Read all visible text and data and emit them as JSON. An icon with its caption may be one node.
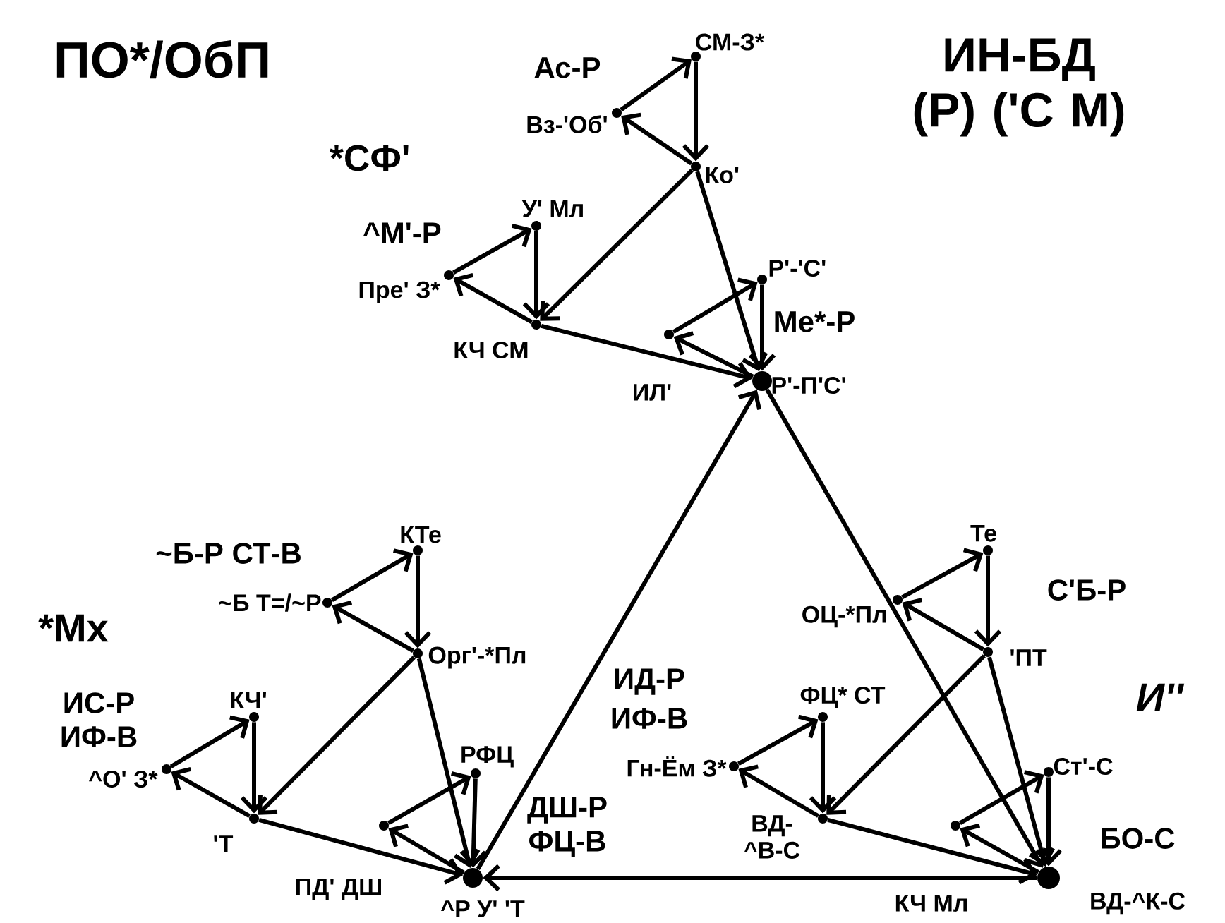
{
  "diagram": {
    "title": "ПО*/ОбП",
    "nodes": [
      {
        "text": [
          "СМ-З*"
        ]
      },
      {
        "text": [
          "Вз-'Об'"
        ]
      },
      {
        "text": [
          "Ко'"
        ]
      },
      {
        "text": [
          "У' Мл"
        ]
      },
      {
        "text": [
          "Пре' З*"
        ]
      },
      {
        "text": [
          "КЧ СМ"
        ]
      },
      {
        "text": [
          "Р'-'С'"
        ]
      },
      {
        "text": [
          "ИЛ'"
        ]
      },
      {
        "text": [
          "Р'-П'С'"
        ]
      },
      {
        "text": [
          "КТе"
        ]
      },
      {
        "text": [
          "~Б Т=/~Р"
        ]
      },
      {
        "text": [
          "Орг'-*Пл"
        ]
      },
      {
        "text": [
          "КЧ'"
        ]
      },
      {
        "text": [
          "^О' З*"
        ]
      },
      {
        "text": [
          "'Т"
        ]
      },
      {
        "text": [
          "РФЦ"
        ]
      },
      {
        "text": [
          "ПД' ДШ"
        ]
      },
      {
        "text": [
          "^Р У' 'Т"
        ]
      },
      {
        "text": [
          "Те"
        ]
      },
      {
        "text": [
          "ОЦ-*Пл"
        ]
      },
      {
        "text": [
          "'ПТ"
        ]
      },
      {
        "text": [
          "ФЦ* СТ"
        ]
      },
      {
        "text": [
          "Гн-Ём З*"
        ]
      },
      {
        "text": [
          "ВД- ^В-С"
        ]
      },
      {
        "text": [
          "Ст'-С"
        ]
      },
      {
        "text": [
          "КЧ Мл"
        ]
      },
      {
        "text": [
          "ВД-^К-С"
        ]
      }
    ],
    "edges": [
      {
        "from": 2,
        "to": 1,
        "arrow": "to"
      },
      {
        "from": 1,
        "to": 0,
        "arrow": "to"
      },
      {
        "from": 0,
        "to": 2,
        "arrow": "to"
      },
      {
        "from": 5,
        "to": 4,
        "arrow": "to"
      },
      {
        "from": 4,
        "to": 3,
        "arrow": "to"
      },
      {
        "from": 3,
        "to": 5,
        "arrow": "to"
      },
      {
        "from": 8,
        "to": 7,
        "arrow": "to"
      },
      {
        "from": 7,
        "to": 6,
        "arrow": "to"
      },
      {
        "from": 6,
        "to": 8,
        "arrow": "to"
      },
      {
        "from": 2,
        "to": 5,
        "arrow": "to"
      },
      {
        "from": 5,
        "to": 8,
        "arrow": "to"
      },
      {
        "from": 2,
        "to": 8,
        "arrow": "to"
      },
      {
        "from": 11,
        "to": 10,
        "arrow": "to"
      },
      {
        "from": 10,
        "to": 9,
        "arrow": "to"
      },
      {
        "from": 9,
        "to": 11,
        "arrow": "to"
      },
      {
        "from": 14,
        "to": 13,
        "arrow": "to"
      },
      {
        "from": 13,
        "to": 12,
        "arrow": "to"
      },
      {
        "from": 12,
        "to": 14,
        "arrow": "to"
      },
      {
        "from": 17,
        "to": 16,
        "arrow": "to"
      },
      {
        "from": 16,
        "to": 15,
        "arrow": "to"
      },
      {
        "from": 15,
        "to": 17,
        "arrow": "to"
      },
      {
        "from": 11,
        "to": 14,
        "arrow": "to"
      },
      {
        "from": 14,
        "to": 17,
        "arrow": "to"
      },
      {
        "from": 11,
        "to": 17,
        "arrow": "to"
      },
      {
        "from": 20,
        "to": 19,
        "arrow": "to"
      },
      {
        "from": 19,
        "to": 18,
        "arrow": "to"
      },
      {
        "from": 18,
        "to": 20,
        "arrow": "to"
      },
      {
        "from": 23,
        "to": 22,
        "arrow": "to"
      },
      {
        "from": 22,
        "to": 21,
        "arrow": "to"
      },
      {
        "from": 21,
        "to": 23,
        "arrow": "to"
      },
      {
        "from": 26,
        "to": 25,
        "arrow": "to"
      },
      {
        "from": 25,
        "to": 24,
        "arrow": "to"
      },
      {
        "from": 24,
        "to": 26,
        "arrow": "to"
      },
      {
        "from": 20,
        "to": 23,
        "arrow": "to"
      },
      {
        "from": 23,
        "to": 26,
        "arrow": "to"
      },
      {
        "from": 20,
        "to": 26,
        "arrow": "to"
      },
      {
        "from": 8,
        "to": 26,
        "arrow": "to"
      },
      {
        "from": 26,
        "to": 17,
        "arrow": "to"
      },
      {
        "from": 17,
        "to": 8,
        "arrow": "to"
      }
    ],
    "labels": [
      "ИН-БД (Р) ('С М)",
      "*СФ'",
      "Ас-Р",
      "^М'-Р",
      "Ме*-Р",
      "~Б-Р СТ-В",
      "*Мх",
      "ИС-Р",
      "ИФ-В",
      "ДШ-Р",
      "ФЦ-В",
      "С'Б-Р",
      "*И''*",
      "ИД-Р",
      "ИФ-В",
      "БО-С"
    ]
  }
}
